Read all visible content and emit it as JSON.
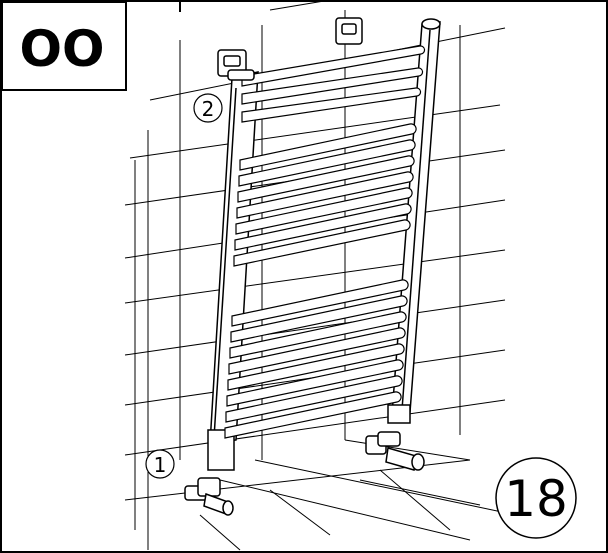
{
  "diagram": {
    "badge_text": "OO",
    "callout_one": "1",
    "callout_two": "2",
    "step_number": "18"
  },
  "colors": {
    "ink": "#000000",
    "paper": "#ffffff"
  }
}
